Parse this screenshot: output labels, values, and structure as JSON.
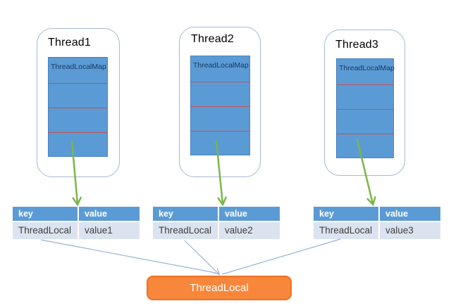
{
  "threads": [
    {
      "title": "Thread1",
      "map_label": "ThreadLocalMap"
    },
    {
      "title": "Thread2",
      "map_label": "ThreadLocalMap"
    },
    {
      "title": "Thread3",
      "map_label": "ThreadLocalMap"
    }
  ],
  "tables": [
    {
      "header": {
        "key": "key",
        "value": "value"
      },
      "row": {
        "key": "ThreadLocal",
        "value": "value1"
      }
    },
    {
      "header": {
        "key": "key",
        "value": "value"
      },
      "row": {
        "key": "ThreadLocal",
        "value": "value2"
      }
    },
    {
      "header": {
        "key": "key",
        "value": "value"
      },
      "row": {
        "key": "ThreadLocal",
        "value": "value3"
      }
    }
  ],
  "bottom": {
    "label": "ThreadLocal"
  },
  "colors": {
    "map_fill": "#5B9BD5",
    "map_divider_red": "#C0504D",
    "map_label_text": "#17375E",
    "card_border": "#A6B8D4",
    "table_header_fill": "#5B9BD5",
    "table_row_fill": "#DCE3F0",
    "green_arrow": "#7AB648",
    "blue_connector": "#95B3D7",
    "bottom_box_fill": "#F8873B",
    "bottom_box_border": "#EC7223"
  }
}
